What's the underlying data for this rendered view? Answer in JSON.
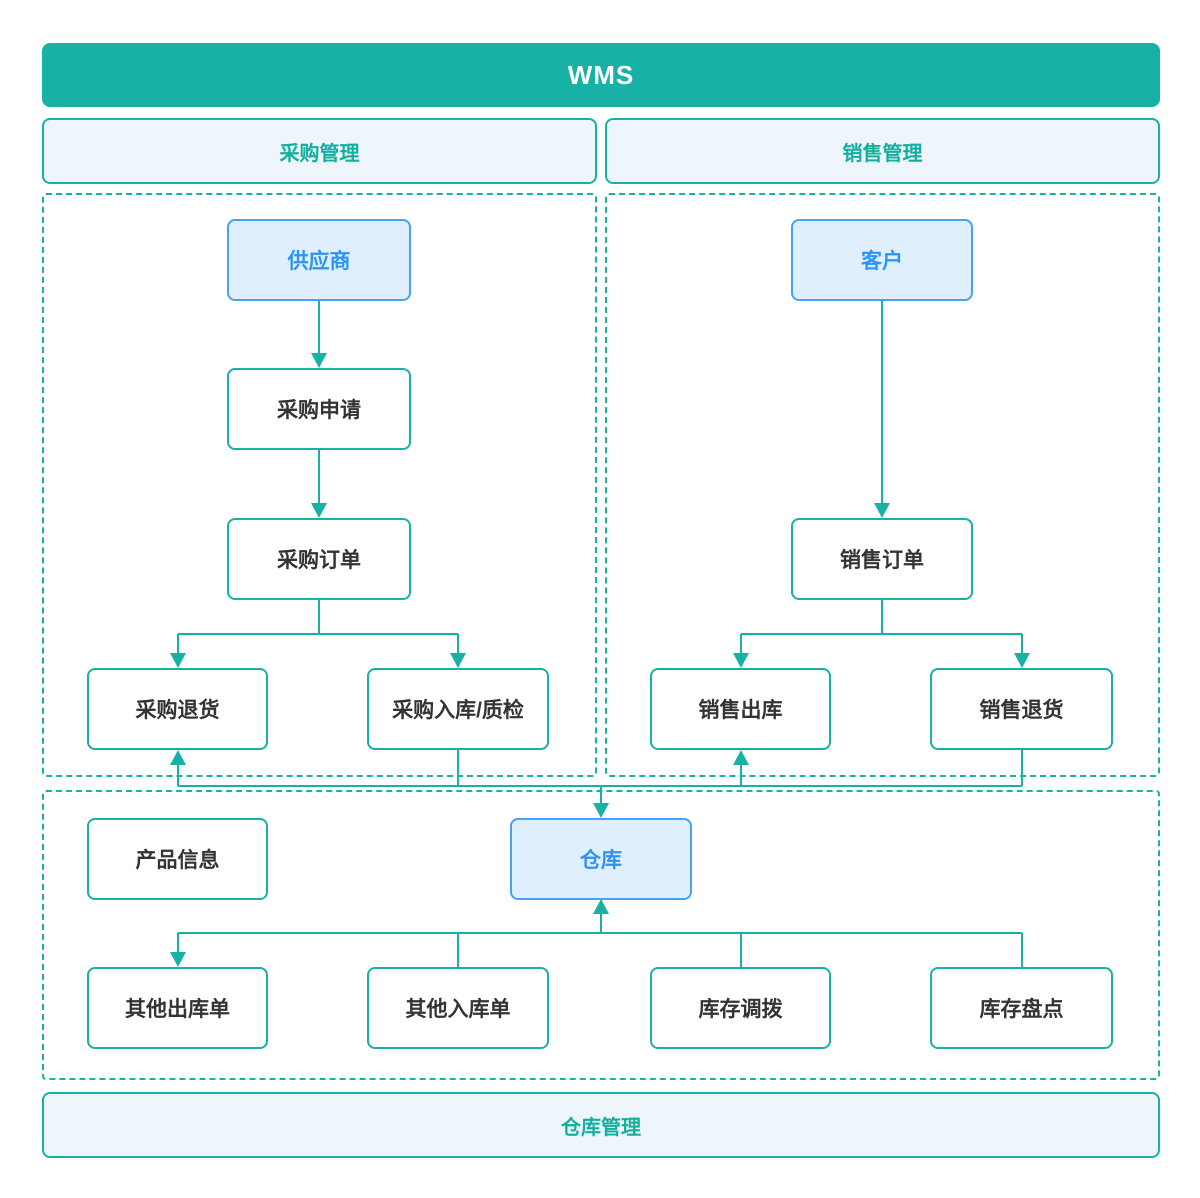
{
  "title": "WMS",
  "sections": {
    "purchase": {
      "label": "采购管理"
    },
    "sales": {
      "label": "销售管理"
    },
    "warehouse": {
      "label": "仓库管理"
    }
  },
  "nodes": {
    "supplier": {
      "label": "供应商",
      "type": "highlight"
    },
    "purchase_request": {
      "label": "采购申请",
      "type": "normal"
    },
    "purchase_order": {
      "label": "采购订单",
      "type": "normal"
    },
    "purchase_return": {
      "label": "采购退货",
      "type": "normal"
    },
    "purchase_receipt_qc": {
      "label": "采购入库/质检",
      "type": "normal"
    },
    "customer": {
      "label": "客户",
      "type": "highlight"
    },
    "sales_order": {
      "label": "销售订单",
      "type": "normal"
    },
    "sales_outbound": {
      "label": "销售出库",
      "type": "normal"
    },
    "sales_return": {
      "label": "销售退货",
      "type": "normal"
    },
    "product_info": {
      "label": "产品信息",
      "type": "normal"
    },
    "warehouse": {
      "label": "仓库",
      "type": "highlight"
    },
    "other_outbound": {
      "label": "其他出库单",
      "type": "normal"
    },
    "other_inbound": {
      "label": "其他入库单",
      "type": "normal"
    },
    "stock_transfer": {
      "label": "库存调拨",
      "type": "normal"
    },
    "stock_count": {
      "label": "库存盘点",
      "type": "normal"
    }
  },
  "edges": [
    {
      "from": "supplier",
      "to": "purchase_request"
    },
    {
      "from": "purchase_request",
      "to": "purchase_order"
    },
    {
      "from": "purchase_order",
      "to": "purchase_return"
    },
    {
      "from": "purchase_order",
      "to": "purchase_receipt_qc"
    },
    {
      "from": "customer",
      "to": "sales_order"
    },
    {
      "from": "sales_order",
      "to": "sales_outbound"
    },
    {
      "from": "sales_order",
      "to": "sales_return"
    },
    {
      "from": "purchase_receipt_qc",
      "to": "warehouse"
    },
    {
      "from": "sales_return",
      "to": "warehouse"
    },
    {
      "from": "warehouse",
      "to": "purchase_return"
    },
    {
      "from": "warehouse",
      "to": "sales_outbound"
    },
    {
      "from": "warehouse",
      "to": "other_outbound"
    },
    {
      "from": "other_inbound",
      "to": "warehouse"
    },
    {
      "from": "stock_transfer",
      "to": "warehouse"
    },
    {
      "from": "stock_count",
      "to": "warehouse"
    }
  ],
  "colors": {
    "teal": "#17b1a6",
    "section_fill": "#eef6fc",
    "blue_node_fill": "#dfeffe",
    "blue_node_border": "#47a1f8",
    "blue_node_text": "#2e94f3",
    "node_text": "#333333",
    "title_text": "#ffffff"
  }
}
